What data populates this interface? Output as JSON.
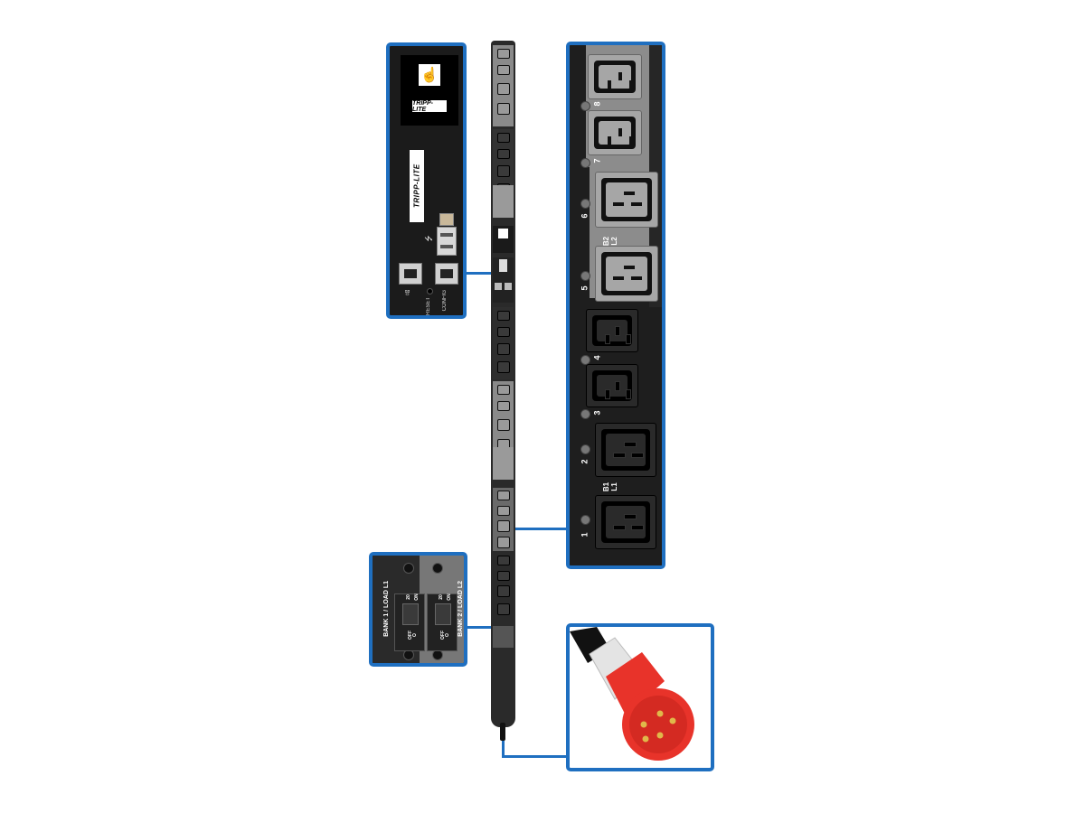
{
  "product": {
    "brand": "TRIPP-LITE",
    "type": "vertical rack PDU"
  },
  "control_panel": {
    "logo_small": "TRIPP-LITE",
    "logo_vertical": "TRIPP-LITE",
    "touch_icon": "touchscreen-hand-icon",
    "usb_icon": "usb-icon",
    "ports": [
      {
        "name": "network",
        "label": "品"
      },
      {
        "name": "reset",
        "label": "RESET"
      },
      {
        "name": "config",
        "label": "CONFIG"
      }
    ]
  },
  "outlets_callout": {
    "bank_labels": [
      {
        "bank": "B2",
        "load": "L2"
      },
      {
        "bank": "B1",
        "load": "L1"
      }
    ],
    "outlets": [
      {
        "number": "8",
        "type": "C13",
        "color": "grey"
      },
      {
        "number": "7",
        "type": "C13",
        "color": "grey"
      },
      {
        "number": "6",
        "type": "C19",
        "color": "grey"
      },
      {
        "number": "5",
        "type": "C19",
        "color": "grey"
      },
      {
        "number": "4",
        "type": "C13",
        "color": "black"
      },
      {
        "number": "3",
        "type": "C13",
        "color": "black"
      },
      {
        "number": "2",
        "type": "C19",
        "color": "black"
      },
      {
        "number": "1",
        "type": "C19",
        "color": "black"
      }
    ]
  },
  "breakers_callout": {
    "breakers": [
      {
        "label": "BANK 1 / LOAD L1",
        "rating": "20",
        "on": "ON",
        "on_symbol": "I",
        "off": "OFF",
        "off_symbol": "O"
      },
      {
        "label": "BANK 2 / LOAD L2",
        "rating": "20",
        "on": "ON",
        "on_symbol": "I",
        "off": "OFF",
        "off_symbol": "O"
      }
    ]
  },
  "plug_callout": {
    "description": "red/white IEC 60309 5-pin plug",
    "colors": {
      "body": "#e8332a",
      "sleeve": "#e6e6e6",
      "cable": "#111111"
    }
  },
  "colors": {
    "accent": "#1f6fc0",
    "pdu_body": "#2a2a2a",
    "outlet_grey": "#a6a6a6"
  }
}
